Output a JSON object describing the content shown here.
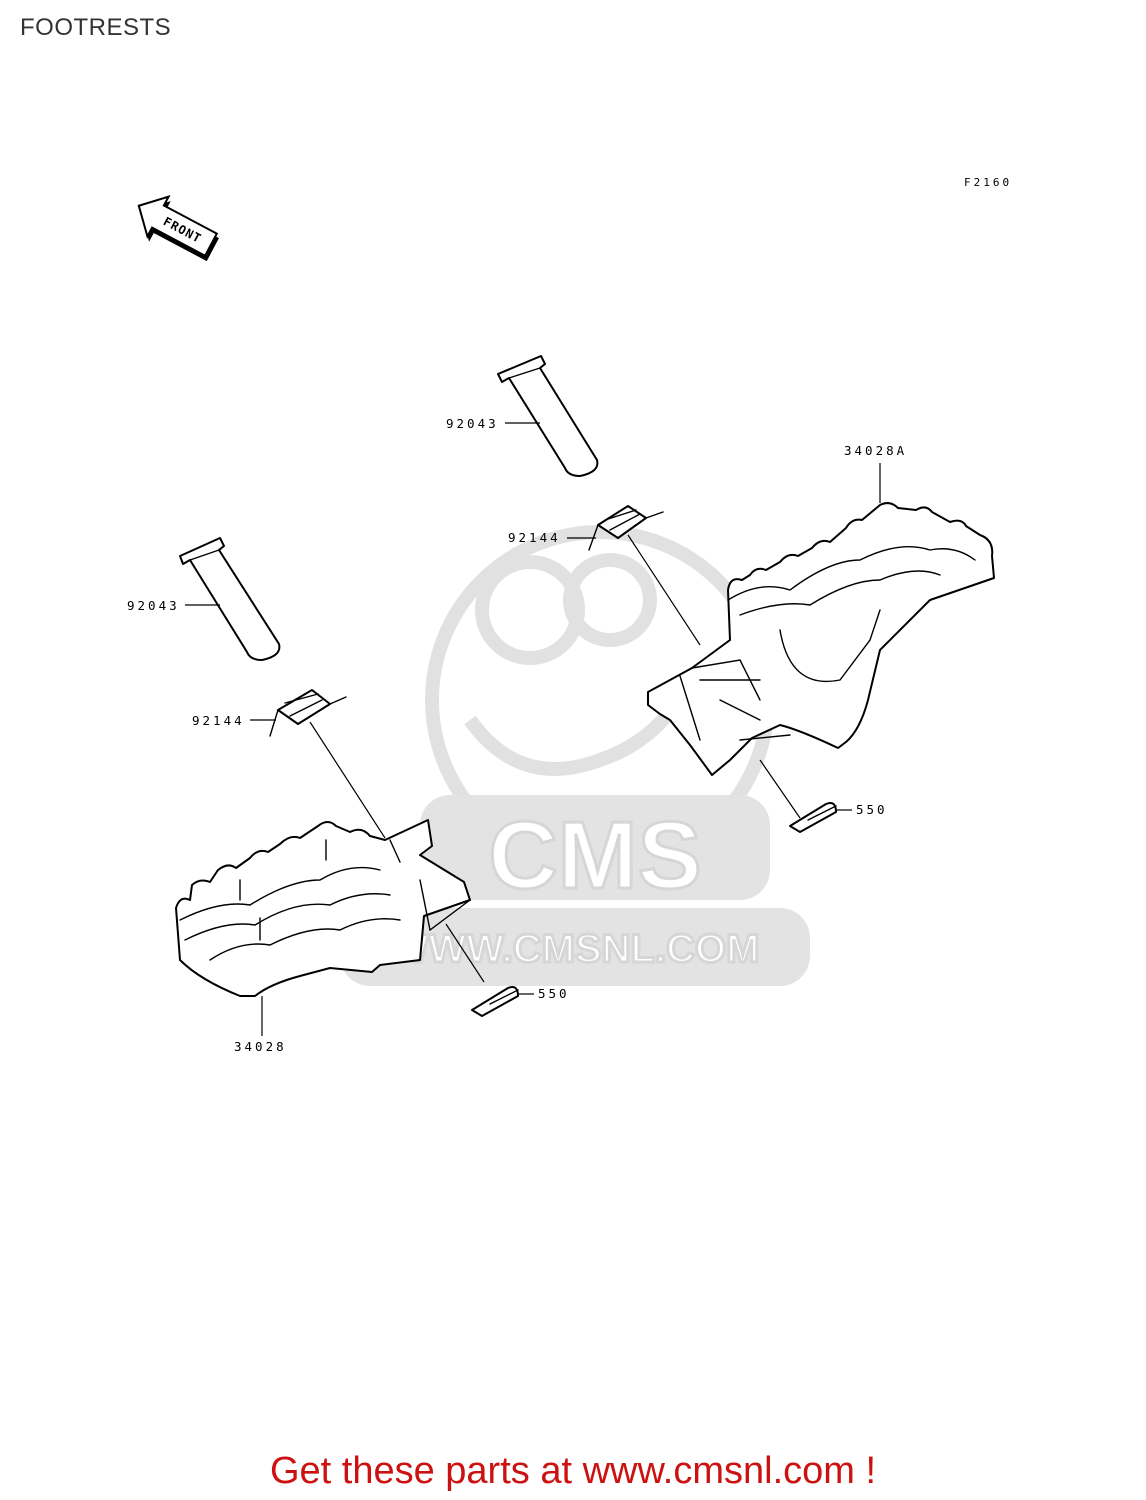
{
  "page": {
    "title": "FOOTRESTS",
    "figure_code": "F2160"
  },
  "diagram": {
    "front_arrow_text": "FRONT",
    "parts": [
      {
        "id": "pin_upper",
        "number": "92043"
      },
      {
        "id": "pin_lower",
        "number": "92043"
      },
      {
        "id": "spring_upper",
        "number": "92144"
      },
      {
        "id": "spring_lower",
        "number": "92144"
      },
      {
        "id": "footrest_right",
        "number": "34028A"
      },
      {
        "id": "footrest_left",
        "number": "34028"
      },
      {
        "id": "cotter_right",
        "number": "550"
      },
      {
        "id": "cotter_left",
        "number": "550"
      }
    ]
  },
  "watermark": {
    "brand": "CMS",
    "url": "WWW.CMSNL.COM"
  },
  "footer": {
    "cta": "Get these parts at www.cmsnl.com !"
  }
}
